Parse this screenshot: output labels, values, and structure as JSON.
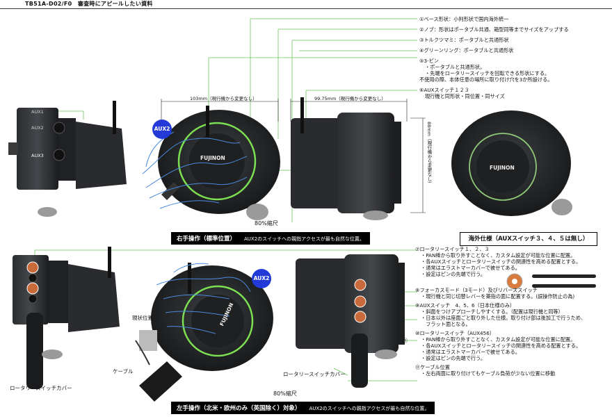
{
  "title": "TB51A-D02/F0　審査時にアピールしたい資料",
  "notes_top": [
    {
      "line": "①ベース形状：小判形状で国内海外統一",
      "subs": []
    },
    {
      "line": "②ノブ：形状はポータブル共通、箱型同等までサイズをアップする",
      "subs": []
    },
    {
      "line": "③トルクツマミ：ポータブルと共通形状",
      "subs": []
    },
    {
      "line": "④グリーンリング：ポータブルと共通形状",
      "subs": []
    },
    {
      "line": "⑤3-ピン",
      "subs": [
        "・ポータブルと共通形状。",
        "・先端をロータリースイッチを回転できる形状にする。"
      ],
      "extra": "不使用の際、本体任意の場所に取り付け穴を3か所設ける。"
    },
    {
      "line": "⑥AUXスイッチ１２３",
      "subs": [],
      "extra": "現行機と同形状・同位置・同サイズ"
    }
  ],
  "notes_bottom": [
    {
      "line": "⑦ロータリースイッチ１、２、３",
      "subs": [
        "・PAN棒から取り外すことなく、カスタム設定が可能な位置に配置。",
        "・各AUXスイッチとロータリースイッチの関連性を高める配置とする。",
        "・通常はエラストマーカバーで被せてある。",
        "・設定はピンの先端で行う。"
      ]
    },
    {
      "line": "⑧フォーカスモード（3モード）及びリバーススイッチ",
      "subs": [
        "・現行機と同じ切替レバーを薬指の面に配置する。(誤操作防止の為)"
      ]
    },
    {
      "line": "⑨AUXスイッチ　4、5、6（日本仕様のみ）",
      "subs": [
        "・斜面をつけアプローチしやすくする。（配置は現行機と同等）",
        "・日本以外は座面ごと取り外した仕様。取り付け部は後加工で行うため、",
        "　フラット面となる。"
      ]
    },
    {
      "line": "⑩ロータリースイッチ（AUX456）",
      "subs": [
        "・PAN棒から取り外すことなく、カスタム設定が可能な位置に配置。",
        "・各AUXスイッチとロータリースイッチの関連性を高める配置とする。",
        "・通常はエラストマーカバーで被せてある。",
        "・設定はピンの先端で行う。"
      ]
    },
    {
      "line": "⑪ケーブル位置",
      "subs": [
        "・左右両面に取り付けてもケーブル負荷が少ない位置に移動"
      ]
    }
  ],
  "dims": {
    "width_a": "103mm（現行機から変更なし）",
    "width_b": "99.75mm（現行機から変更なし）",
    "height": "88mm（現行機から変更なし）"
  },
  "scale_top": "80%縮尺",
  "scale_bottom": "80%縮尺",
  "label_right": {
    "main": "右手操作（標準位置）",
    "tail": "AUX2のスイッチへの親指アクセスが最も自然な位置。"
  },
  "label_left": {
    "main": "左手操作（北米・欧州のみ（英国除く）対象）",
    "tail": "AUX2のスイッチへの親指アクセスが最も自然な位置。"
  },
  "label_overseas": "海外仕様（AUXスイッチ３、４、５は無し）",
  "badges": {
    "aux2": "AUX2"
  },
  "brand": "FUJINON",
  "switch_labels": {
    "aux1": "AUX1",
    "aux2": "AUX2",
    "aux3": "AUX3"
  },
  "bottom_labels": {
    "current_position": "現状位置",
    "cable": "ケーブル",
    "rotary_cover_left": "ロータリースイッチカバー",
    "rotary_cover_right": "ロータリースイッチカバー"
  },
  "marker_11": "⑪"
}
